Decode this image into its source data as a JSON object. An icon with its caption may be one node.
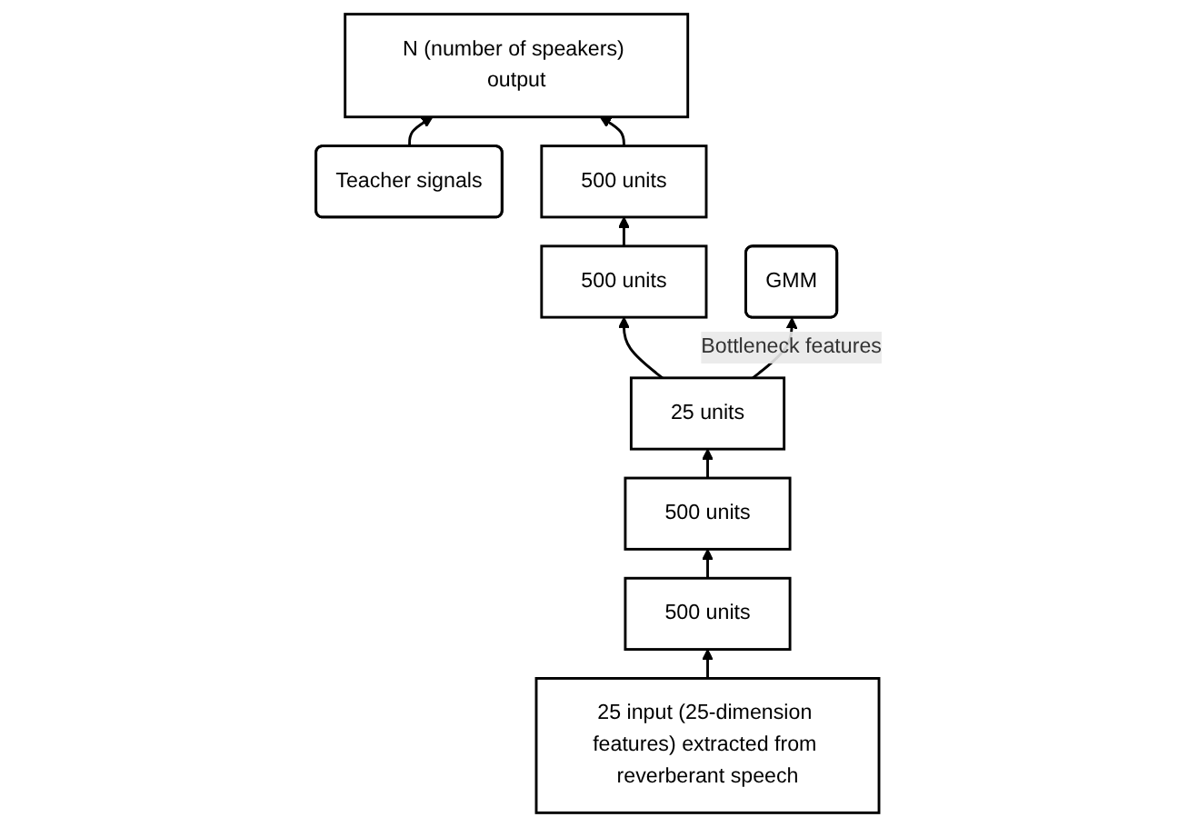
{
  "diagram": {
    "nodes": [
      {
        "text": [
          "Teacher signals"
        ]
      },
      {
        "text": [
          "N (number of speakers) output"
        ]
      },
      {
        "text": [
          "500 units"
        ]
      },
      {
        "text": [
          "500 units"
        ]
      },
      {
        "text": [
          "25 units"
        ]
      },
      {
        "text": [
          "GMM"
        ]
      },
      {
        "text": [
          "500 units"
        ]
      },
      {
        "text": [
          "500 units"
        ]
      },
      {
        "text": [
          "25 input (25-dimension features) extracted from reverberant speech"
        ]
      }
    ],
    "edges": [
      {
        "from": 0,
        "to": 1,
        "arrow": "to"
      },
      {
        "from": 8,
        "to": 7,
        "arrow": "to"
      },
      {
        "from": 7,
        "to": 6,
        "arrow": "to"
      },
      {
        "from": 6,
        "to": 4,
        "arrow": "to"
      },
      {
        "from": 4,
        "to": 3,
        "arrow": "to"
      },
      {
        "from": 3,
        "to": 2,
        "arrow": "to"
      },
      {
        "from": 2,
        "to": 1,
        "arrow": "to"
      },
      {
        "from": 4,
        "to": 5,
        "arrow": "to",
        "label": "Bottleneck features"
      }
    ]
  }
}
